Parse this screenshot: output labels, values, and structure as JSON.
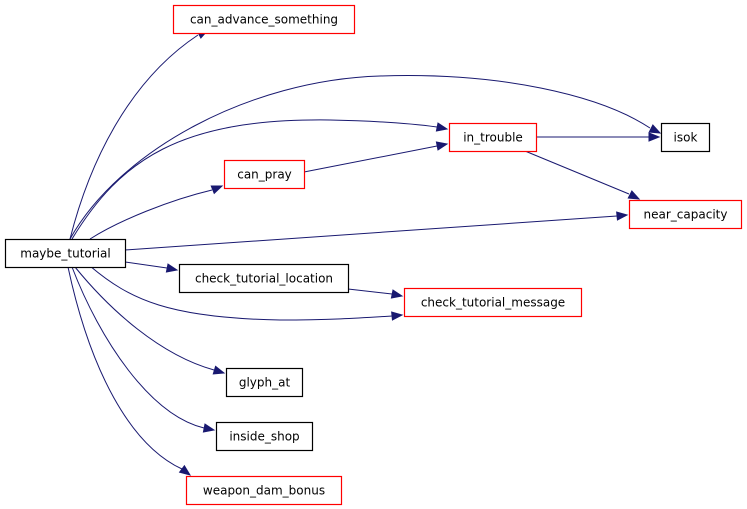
{
  "colors": {
    "edge": "#191970",
    "root_fill": "#bfbfbf",
    "root_border": "#000000",
    "documented_border": "#000000",
    "undocumented_border": "#ff0000"
  },
  "nodes": [
    {
      "id": "maybe_tutorial",
      "label": "maybe_tutorial",
      "style": "root"
    },
    {
      "id": "can_advance_something",
      "label": "can_advance_something",
      "style": "red"
    },
    {
      "id": "isok",
      "label": "isok",
      "style": "black"
    },
    {
      "id": "in_trouble",
      "label": "in_trouble",
      "style": "red"
    },
    {
      "id": "can_pray",
      "label": "can_pray",
      "style": "red"
    },
    {
      "id": "near_capacity",
      "label": "near_capacity",
      "style": "red"
    },
    {
      "id": "check_tutorial_location",
      "label": "check_tutorial_location",
      "style": "black"
    },
    {
      "id": "check_tutorial_message",
      "label": "check_tutorial_message",
      "style": "red"
    },
    {
      "id": "glyph_at",
      "label": "glyph_at",
      "style": "black"
    },
    {
      "id": "inside_shop",
      "label": "inside_shop",
      "style": "black"
    },
    {
      "id": "weapon_dam_bonus",
      "label": "weapon_dam_bonus",
      "style": "red"
    }
  ],
  "edges": [
    {
      "from": "maybe_tutorial",
      "to": "can_advance_something"
    },
    {
      "from": "maybe_tutorial",
      "to": "isok"
    },
    {
      "from": "maybe_tutorial",
      "to": "in_trouble"
    },
    {
      "from": "maybe_tutorial",
      "to": "can_pray"
    },
    {
      "from": "maybe_tutorial",
      "to": "near_capacity"
    },
    {
      "from": "maybe_tutorial",
      "to": "check_tutorial_location"
    },
    {
      "from": "maybe_tutorial",
      "to": "check_tutorial_message"
    },
    {
      "from": "maybe_tutorial",
      "to": "glyph_at"
    },
    {
      "from": "maybe_tutorial",
      "to": "inside_shop"
    },
    {
      "from": "maybe_tutorial",
      "to": "weapon_dam_bonus"
    },
    {
      "from": "can_pray",
      "to": "in_trouble"
    },
    {
      "from": "in_trouble",
      "to": "isok"
    },
    {
      "from": "in_trouble",
      "to": "near_capacity"
    },
    {
      "from": "check_tutorial_location",
      "to": "check_tutorial_message"
    }
  ]
}
